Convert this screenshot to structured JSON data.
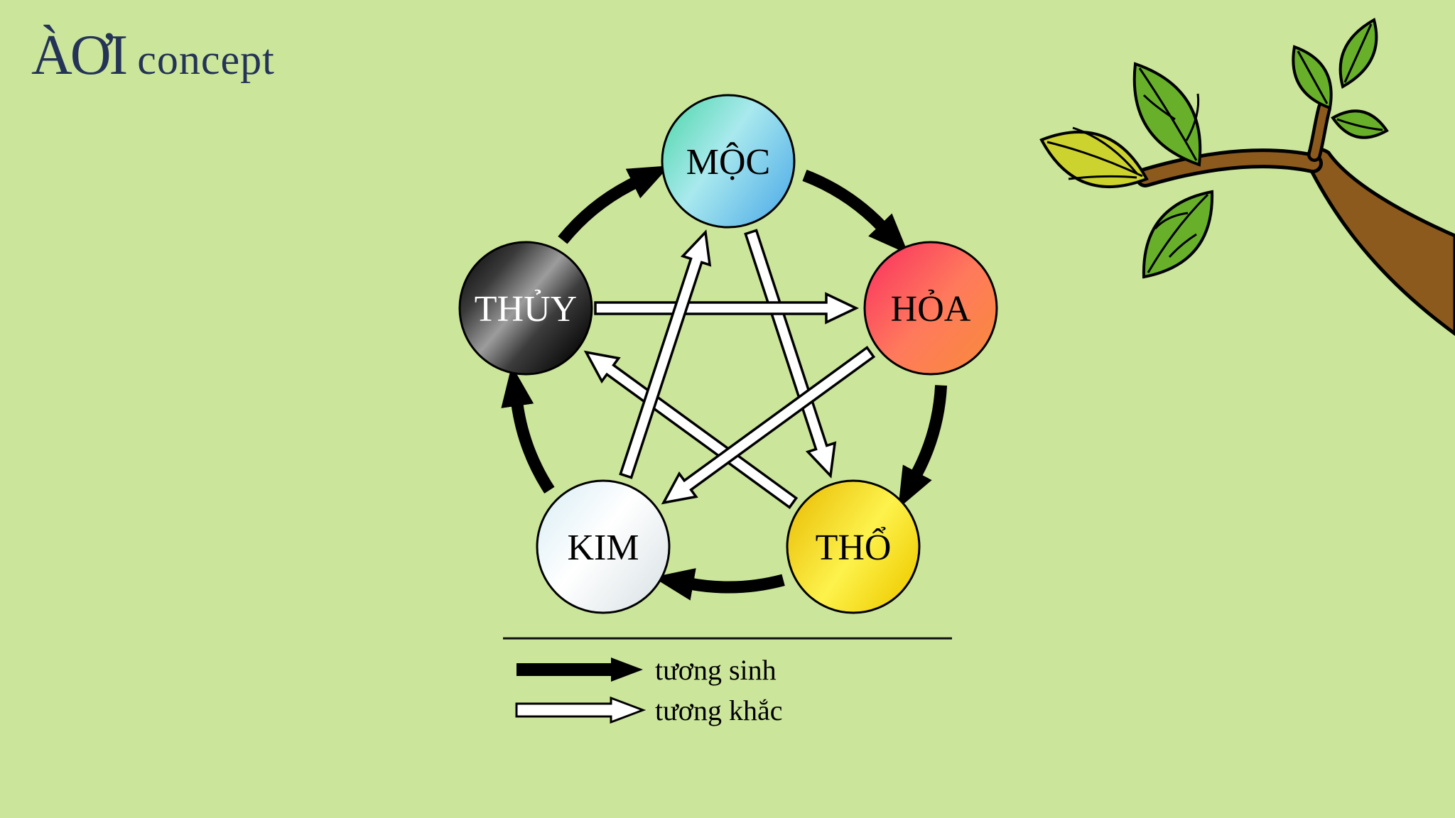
{
  "page": {
    "background_color": "#cbe59b"
  },
  "logo": {
    "brand": "ÀƠI",
    "suffix": "concept",
    "color": "#253456"
  },
  "diagram": {
    "nodes": [
      {
        "id": "moc",
        "label": "MỘC",
        "text_color": "#000000",
        "gradient": [
          "#49d6a4",
          "#a9e9ee",
          "#5cb5e9"
        ]
      },
      {
        "id": "hoa",
        "label": "HỎA",
        "text_color": "#000000",
        "gradient": [
          "#f92d60",
          "#ff7a5c",
          "#f88a3c"
        ]
      },
      {
        "id": "tho",
        "label": "THỔ",
        "text_color": "#000000",
        "gradient": [
          "#e9bd05",
          "#fdf24c",
          "#efcc00"
        ]
      },
      {
        "id": "kim",
        "label": "KIM",
        "text_color": "#000000",
        "gradient": [
          "#d7ecf4",
          "#ffffff",
          "#dde5e8"
        ]
      },
      {
        "id": "thuy",
        "label": "THỦY",
        "text_color": "#ffffff",
        "gradient": [
          "#000000",
          "#9c9c9c",
          "#000000"
        ]
      }
    ],
    "node_border_color": "#000000",
    "generating_cycle": [
      "MỘC→HỎA",
      "HỎA→THỔ",
      "THỔ→KIM",
      "KIM→THỦY",
      "THỦY→MỘC"
    ],
    "overcoming_cycle": [
      "MỘC→THỔ",
      "THỔ→THỦY",
      "THỦY→HỎA",
      "HỎA→KIM",
      "KIM→MỘC"
    ]
  },
  "legend": {
    "generating_label": "tương sinh",
    "generating_arrow_color": "#000000",
    "overcoming_label": "tương khắc",
    "overcoming_arrow_color": "#ffffff"
  },
  "decoration": {
    "branch_color": "#8c5a1c",
    "leaf_color": "#68b02a",
    "yellow_leaf_color": "#ccd32f"
  }
}
